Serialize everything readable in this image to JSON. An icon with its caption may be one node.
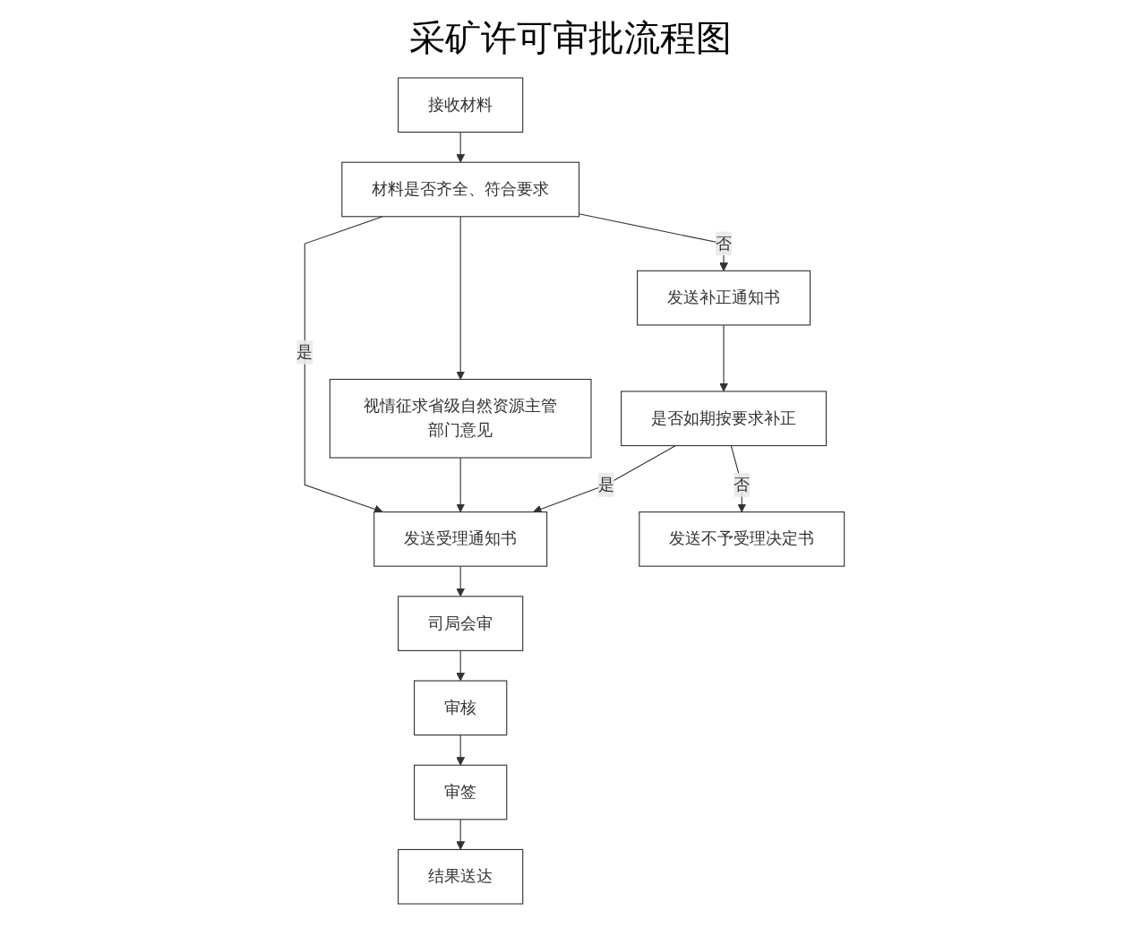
{
  "diagram": {
    "title": "采矿许可审批流程图",
    "nodes": [
      {
        "text": [
          "接收材料"
        ]
      },
      {
        "text": [
          "材料是否齐全、符合要求"
        ]
      },
      {
        "text": [
          "发送补正通知书"
        ]
      },
      {
        "text": [
          "视情征求省级自然资源主管部门意见"
        ]
      },
      {
        "text": [
          "是否如期按要求补正"
        ]
      },
      {
        "text": [
          "发送受理通知书"
        ]
      },
      {
        "text": [
          "发送不予受理决定书"
        ]
      },
      {
        "text": [
          "司局会审"
        ]
      },
      {
        "text": [
          "审核"
        ]
      },
      {
        "text": [
          "审签"
        ]
      },
      {
        "text": [
          "结果送达"
        ]
      }
    ],
    "edges": [
      {
        "from": 0,
        "to": 1,
        "arrow": "to"
      },
      {
        "from": 1,
        "to": 2,
        "arrow": "to",
        "label": "否"
      },
      {
        "from": 1,
        "to": 3,
        "arrow": "to"
      },
      {
        "from": 1,
        "to": 5,
        "arrow": "to",
        "label": "是"
      },
      {
        "from": 3,
        "to": 5,
        "arrow": "to"
      },
      {
        "from": 2,
        "to": 4,
        "arrow": "to"
      },
      {
        "from": 4,
        "to": 5,
        "arrow": "to",
        "label": "是"
      },
      {
        "from": 4,
        "to": 6,
        "arrow": "to",
        "label": "否"
      },
      {
        "from": 5,
        "to": 7,
        "arrow": "to"
      },
      {
        "from": 7,
        "to": 8,
        "arrow": "to"
      },
      {
        "from": 8,
        "to": 9,
        "arrow": "to"
      },
      {
        "from": 9,
        "to": 10,
        "arrow": "to"
      }
    ]
  }
}
